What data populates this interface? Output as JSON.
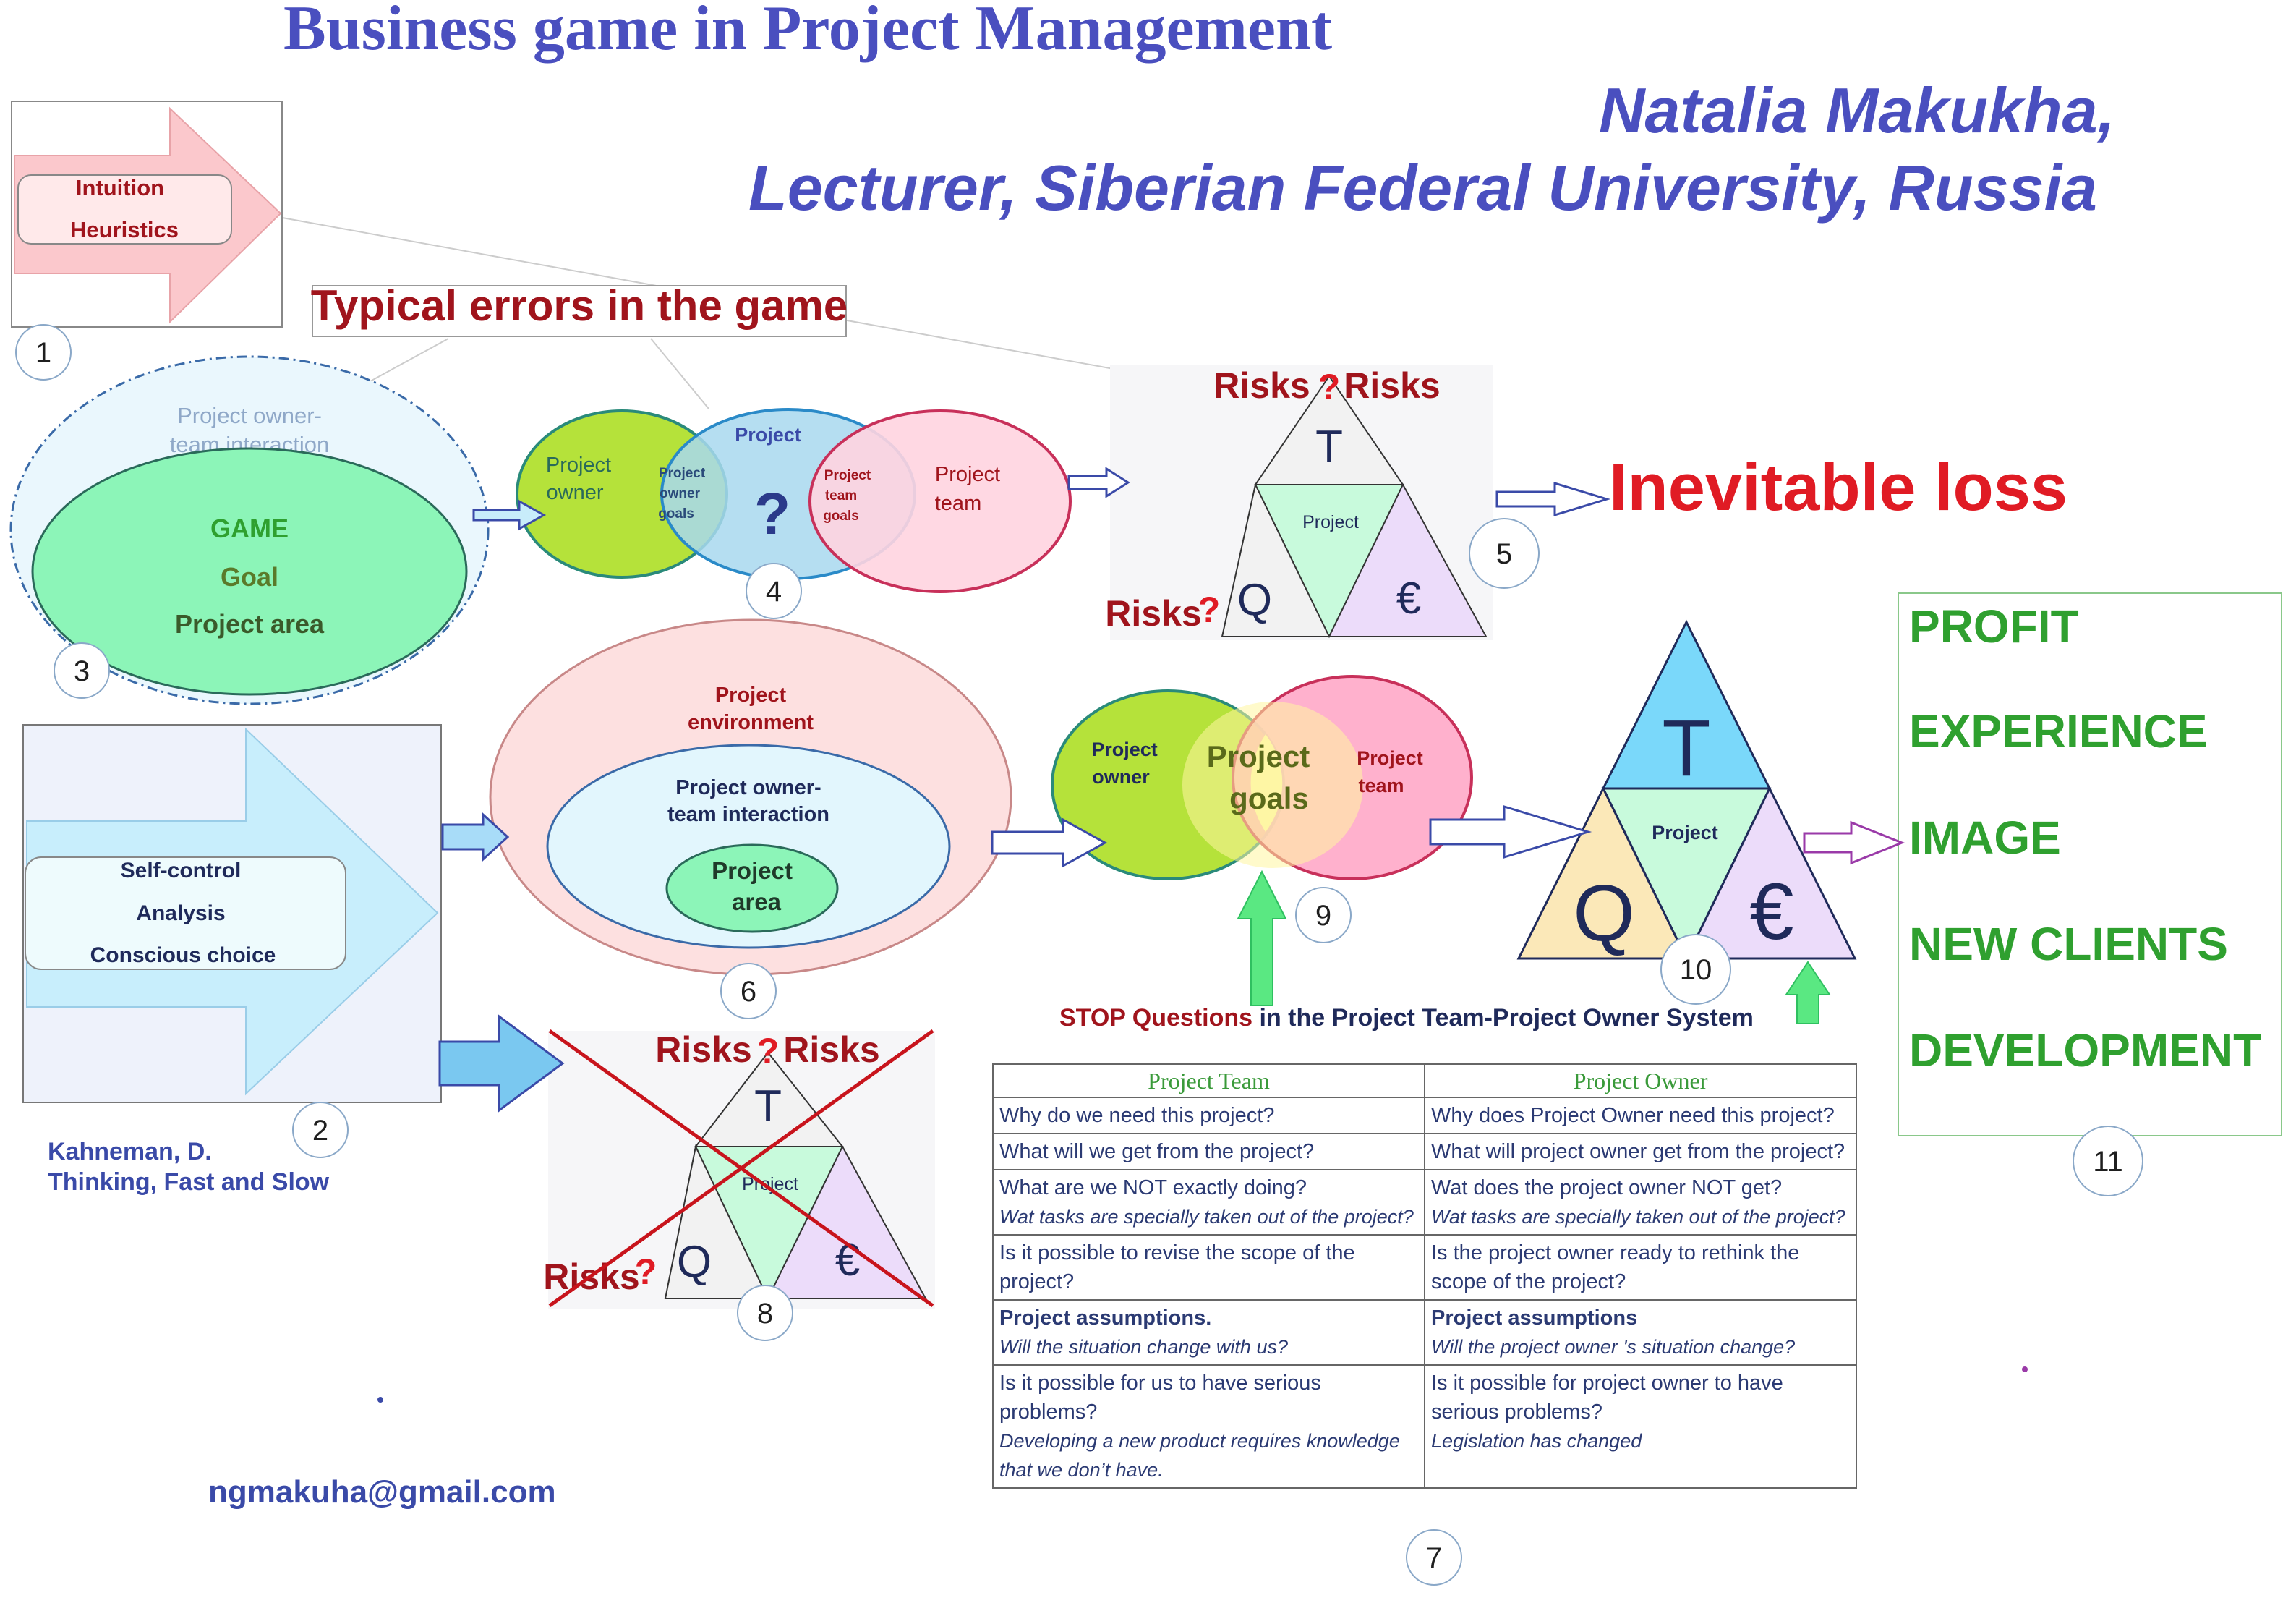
{
  "header": {
    "title": "Business game in Project Management",
    "author": "Natalia Makukha,",
    "affiliation": "Lecturer, Siberian Federal University, Russia"
  },
  "colors": {
    "title_blue": "#4a4fbf",
    "dark_red": "#a0141c",
    "bright_red": "#e01b24",
    "green_text": "#2fa02f"
  },
  "badges": [
    "1",
    "2",
    "3",
    "4",
    "5",
    "6",
    "7",
    "8",
    "9",
    "10",
    "11"
  ],
  "block1": {
    "line1": "Intuition",
    "line2": "Heuristics"
  },
  "typical_errors": "Typical errors in the game",
  "block3": {
    "outer_line1": "Project owner-",
    "outer_line2": "team interaction",
    "inner_line1": "GAME",
    "inner_line2": "Goal",
    "inner_line3": "Project area"
  },
  "block4": {
    "left_line1": "Project",
    "left_line2": "owner",
    "center_top": "Project",
    "center_mark": "?",
    "owner_goals_line1": "Project",
    "owner_goals_line2": "owner",
    "owner_goals_line3": "goals",
    "team_goals_line1": "Project",
    "team_goals_line2": "team",
    "team_goals_line3": "goals",
    "right_line1": "Project",
    "right_line2": "team"
  },
  "triangle5": {
    "risks_left": "Risks",
    "risks_mark": "?",
    "risks_right": "Risks",
    "risks_bottom": "Risks",
    "t": "T",
    "center": "Project",
    "q": "Q",
    "euro": "€"
  },
  "inevitable_loss": "Inevitable loss",
  "block2": {
    "line1": "Self-control",
    "line2": "Analysis",
    "line3": "Conscious choice"
  },
  "reference": {
    "line1": "Kahneman, D.",
    "line2": "Thinking, Fast and Slow"
  },
  "block6": {
    "outer_line1": "Project",
    "outer_line2": "environment",
    "mid_line1": "Project owner-",
    "mid_line2": "team interaction",
    "inner_line1": "Project",
    "inner_line2": "area"
  },
  "block9": {
    "left_line1": "Project",
    "left_line2": "owner",
    "center_line1": "Project",
    "center_line2": "goals",
    "right_line1": "Project",
    "right_line2": "team"
  },
  "triangle10": {
    "t": "T",
    "center": "Project",
    "q": "Q",
    "euro": "€"
  },
  "results": [
    "PROFIT",
    "EXPERIENCE",
    "IMAGE",
    "NEW CLIENTS",
    "DEVELOPMENT"
  ],
  "triangle8": {
    "risks_left": "Risks",
    "risks_mark": "?",
    "risks_right": "Risks",
    "risks_bottom": "Risks",
    "t": "T",
    "center": "Project",
    "q": "Q",
    "euro": "€"
  },
  "stop": {
    "stop_text": "STOP Questions",
    "rest": " in the Project Team-Project Owner System"
  },
  "table": {
    "headers": [
      "Project Team",
      "Project Owner"
    ],
    "rows": [
      {
        "team": "Why do we need this project?",
        "team_sub": "",
        "owner": "Why does Project Owner need this project?",
        "owner_sub": ""
      },
      {
        "team": "What will we get from the project?",
        "team_sub": "",
        "owner": "What will project owner get from the project?",
        "owner_sub": ""
      },
      {
        "team": " What are we NOT exactly doing?",
        "team_sub": "Wat tasks are specially taken out of the project?",
        "owner": " Wat does the project owner NOT get?",
        "owner_sub": "Wat tasks are specially taken out of the project?"
      },
      {
        "team": "Is it possible to revise the scope of the project?",
        "team_sub": "",
        "owner": "Is the project owner ready to rethink the scope of the project?",
        "owner_sub": ""
      },
      {
        "team": "Project assumptions.",
        "team_sub": " Will the situation change with us?",
        "owner": "Project assumptions",
        "owner_sub": "Will the project owner 's situation change?"
      },
      {
        "team": "Is it possible for us to have serious problems?",
        "team_sub": "Developing a new product requires knowledge that we don’t have.",
        "owner": "Is it possible for project owner to have serious problems?",
        "owner_sub": "Legislation has changed"
      }
    ]
  },
  "email": "ngmakuha@gmail.com"
}
